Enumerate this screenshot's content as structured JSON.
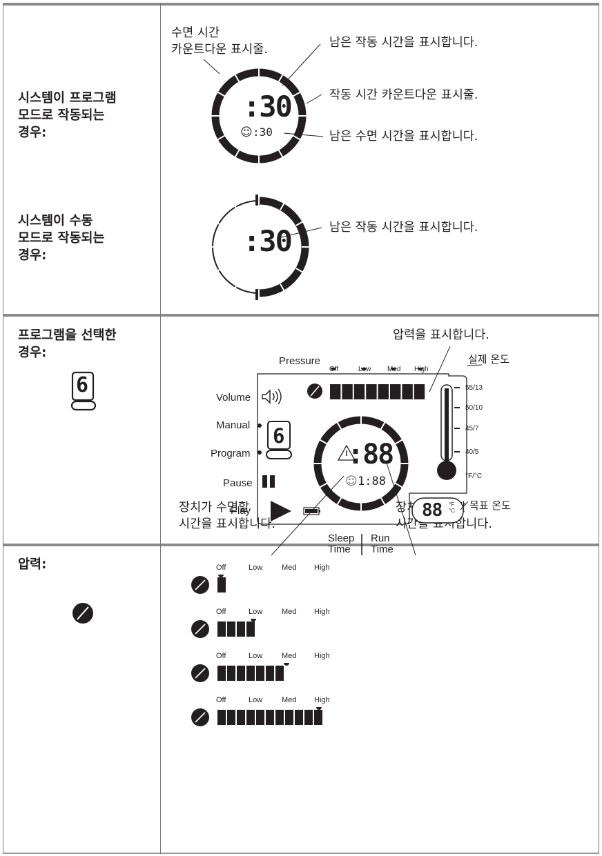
{
  "sections": [
    {
      "label_program": "시스템이 프로그램\n모드로 작동되는\n경우:",
      "label_manual": "시스템이 수동\n모드로 작동되는\n경우:",
      "callouts_program": {
        "sleep_bar": "수면 시간\n카운트다운 표시줄.",
        "run_remaining": "남은 작동 시간을 표시합니다.",
        "run_bar": "작동 시간 카운트다운 표시줄.",
        "sleep_remaining": "남은 수면 시간을 표시합니다."
      },
      "callouts_manual": {
        "run_remaining": "남은 작동 시간을 표시합니다."
      },
      "display_program": {
        "main": ":30",
        "sleep": ":30"
      },
      "display_manual": {
        "main": ":30"
      }
    },
    {
      "label": "프로그램을 선택한\n경우:",
      "program_digit": "6",
      "callouts": {
        "pressure": "압력을 표시합니다.",
        "actual_temp": "실제 온도",
        "target_temp": "목표 온도",
        "sleep_time": "장치가 수면할\n시간을 표시합니다.",
        "run_time": "장치가 작동할\n시간을 표시합니다."
      },
      "panel": {
        "pressure_title": "Pressure",
        "pressure_levels": [
          "Off",
          "Low",
          "Med",
          "High"
        ],
        "side_labels": [
          "Volume",
          "Manual",
          "Program",
          "Pause",
          "Play"
        ],
        "program_digit": "6",
        "main_readout": ":88",
        "sleep_readout": "1:88",
        "target_readout": "88",
        "target_units": "°F\n°C",
        "therm_scale": [
          "55/13",
          "50/10",
          "45/7",
          "40/5",
          "°F/°C"
        ],
        "sleep_label": "Sleep\nTime",
        "run_label": "Run\nTime"
      }
    },
    {
      "label": "압력:",
      "levels": [
        "Off",
        "Low",
        "Med",
        "High"
      ],
      "rows": [
        {
          "selected": "Off",
          "bars": 1
        },
        {
          "selected": "Low",
          "bars": 4
        },
        {
          "selected": "Med",
          "bars": 7
        },
        {
          "selected": "High",
          "bars": 11
        }
      ]
    }
  ]
}
